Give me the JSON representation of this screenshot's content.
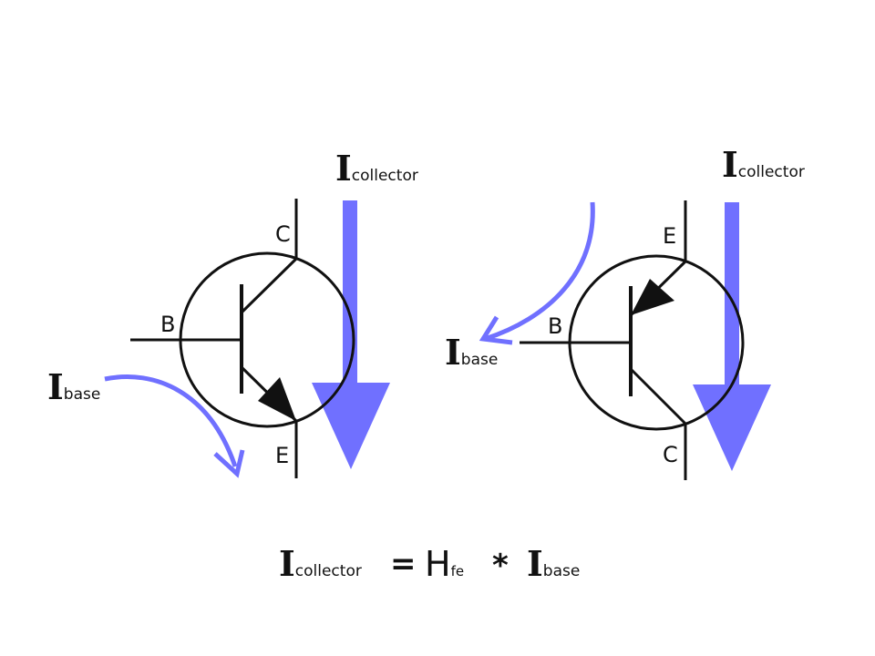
{
  "colors": {
    "line": "#111111",
    "current_arrow": "#7070ff",
    "background": "#ffffff"
  },
  "npn": {
    "pin_c": "C",
    "pin_b": "B",
    "pin_e": "E",
    "collector_label": {
      "main": "I",
      "sub": "collector"
    },
    "base_label": {
      "main": "I",
      "sub": "base"
    }
  },
  "pnp": {
    "pin_e": "E",
    "pin_b": "B",
    "pin_c": "C",
    "collector_label": {
      "main": "I",
      "sub": "collector"
    },
    "base_label": {
      "main": "I",
      "sub": "base"
    }
  },
  "formula": {
    "lhs_main": "I",
    "lhs_sub": "collector",
    "equals": "=",
    "gain_main": "H",
    "gain_sub": "fe",
    "times": "*",
    "rhs_main": "I",
    "rhs_sub": "base"
  }
}
